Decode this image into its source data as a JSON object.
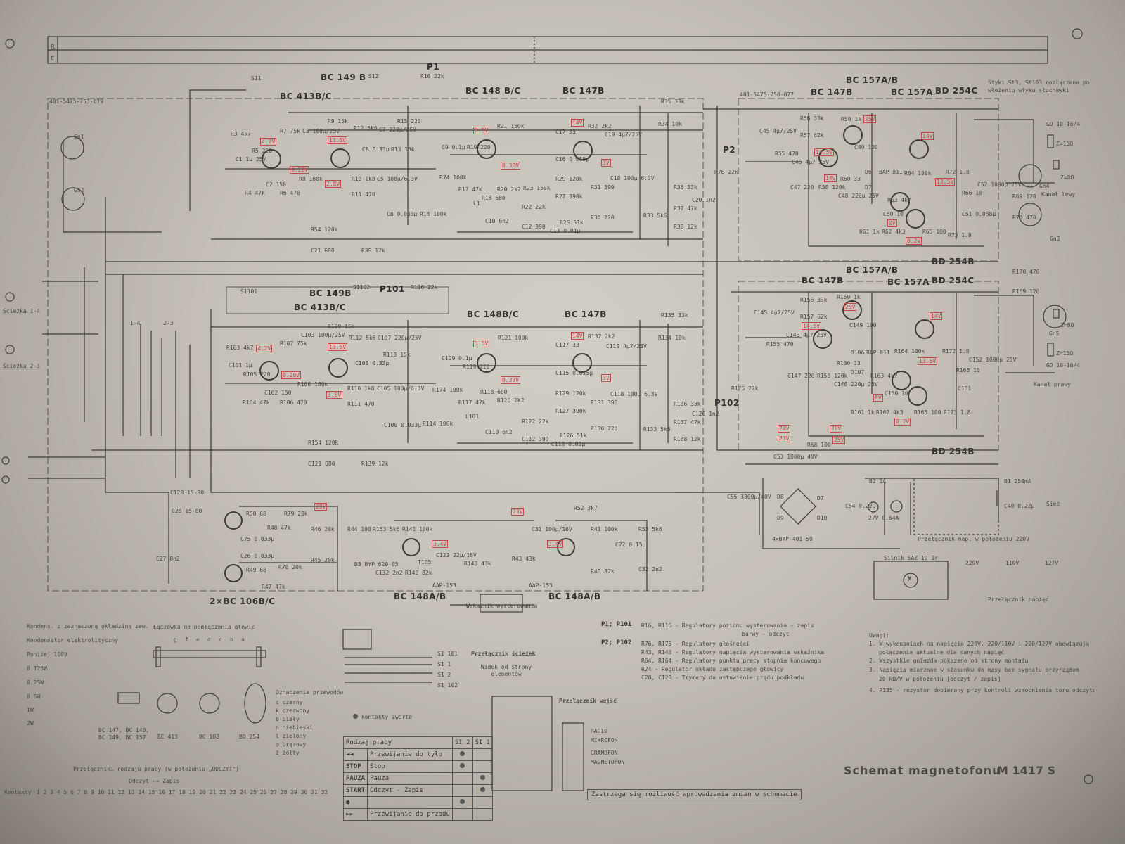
{
  "title": "Schemat magnetofonu",
  "model": "M 1417 S",
  "header_table": {
    "row_r": "R",
    "row_c": "C"
  },
  "left_io": {
    "track_14": "Ścieżka 1-4",
    "track_23": "Ścieżka 2-3",
    "gn1": "Gn1",
    "gn2": "Gn2",
    "sw_14": "1-4",
    "sw_23": "2-3"
  },
  "channel_top": {
    "pcb": "401-5475-253-079",
    "t_bc413": "BC 413B/C",
    "t_bc149": "BC 149 B",
    "t_bc148": "BC 148 B/C",
    "t_bc147": "BC 147B",
    "pot": "P1",
    "pot_r": "R16 22k",
    "sw1": "S11",
    "sw2": "S12",
    "components": [
      "R7 75k",
      "C3 100µ/25V",
      "R9 15k",
      "R12 5k6",
      "C7 220µ/25V",
      "R15 220",
      "R3 4k7",
      "C1 1µ 25V",
      "R5 220",
      "R4 47k",
      "R6 470",
      "C2 150",
      "R8 180k",
      "C6 0.33µ",
      "R13 15k",
      "R10 1k8",
      "R11 470",
      "C5 100µ/6.3V",
      "C8 0.033µ",
      "R14 100k",
      "R74 100k",
      "C9 0.1µ",
      "R17 47k",
      "R21 150k",
      "R19 220",
      "R20 2k2",
      "R18 680",
      "L1",
      "C10 6n2",
      "R23 150k",
      "R22 22k",
      "C12 390",
      "R26 51k",
      "C13 0.01µ",
      "R32 2k2",
      "C17 33",
      "C19 4µ7/25V",
      "R29 120k",
      "C16 0.015µ",
      "R27 390k",
      "R31 390",
      "C18 100µ 6.3V",
      "R30 220",
      "R34 10k",
      "R35 33k",
      "R36 33k",
      "R37 47k",
      "R38 12k",
      "R33 5k6",
      "C20 1n2",
      "R54 120k",
      "C21 680",
      "R39 12k"
    ],
    "volts": [
      "4.2V",
      "13.5V",
      "0.28V",
      "2.8V",
      "3.5V",
      "0.38V",
      "14V",
      "3V"
    ]
  },
  "channel_bottom": {
    "t_bc413": "BC 413B/C",
    "t_bc149": "BC 149B",
    "t_bc148": "BC 148B/C",
    "t_bc147": "BC 147B",
    "pot": "P101",
    "pot_r": "R116 22k",
    "sw1": "S1101",
    "sw2": "S1102",
    "components": [
      "R107 75k",
      "C103 100µ/25V",
      "R109 15k",
      "R112 5k6",
      "C107 220µ/25V",
      "R103 4k7",
      "C101 1µ",
      "R105 220",
      "R104 47k",
      "R106 470",
      "C102 150",
      "R108 180k",
      "C106 0.33µ",
      "R113 15k",
      "R110 1k8",
      "R111 470",
      "C105 100µ/6.3V",
      "C108 0.033µ",
      "R114 100k",
      "R174 100k",
      "C109 0.1µ",
      "R117 47k",
      "R121 100k",
      "R119 220",
      "R120 2k2",
      "R118 680",
      "L101",
      "C110 6n2",
      "R122 22k",
      "C112 390",
      "R126 51k",
      "C113 0.01µ",
      "R132 2k2",
      "C117 33",
      "C119 4µ7/25V",
      "R129 120k",
      "C115 0.015µ",
      "R127 390k",
      "R131 390",
      "C118 100µ 6.3V",
      "R130 220",
      "R134 10k",
      "R135 33k",
      "R136 33k",
      "R137 47k",
      "R138 12k",
      "R133 5k6",
      "C120 1n2",
      "R154 120k",
      "C121 680",
      "R139 12k"
    ],
    "volts": [
      "4.2V",
      "13.5V",
      "0.28V",
      "3.6V",
      "3.5V",
      "0.38V",
      "14V",
      "3V"
    ]
  },
  "amp_top": {
    "pcb": "401-5475-250-077",
    "t_a": "BC 157A/B",
    "t_b": "BC 147B",
    "t_c": "BC 157A",
    "t_d": "BD 254C",
    "t_e": "BD 254B",
    "pot": "P2",
    "pot_r": "R76 22k",
    "components": [
      "R56 33k",
      "R57 62k",
      "C45 4µ7/25V",
      "R55 470",
      "C46 4µ7 25V",
      "C47 220",
      "R58 120k",
      "R60 33",
      "C48 220µ 25V",
      "R59 1k",
      "C49 100",
      "D6",
      "D7",
      "BAP 811",
      "R64 100k",
      "R63 4k7",
      "C50 10",
      "R61 1k",
      "R62 4k3",
      "R65 100",
      "R72 1.8",
      "R73 1.8",
      "R66 10",
      "C51 0.068µ",
      "C52 1000µ 25V",
      "R69 120",
      "R70 470",
      "Gn4",
      "Gn3"
    ],
    "speaker": "GD 10-16/4",
    "imp": "Z=15Ω",
    "imp2": "Z=8Ω",
    "channel": "Kanał lewy",
    "note": "Styki St3, St103 rozłączane po włożeniu wtyku słuchawki",
    "volts": [
      "25V",
      "14V",
      "14.5V",
      "14V",
      "13.5V",
      "0V",
      "0.2V"
    ]
  },
  "amp_bottom": {
    "t_a": "BC 157A/B",
    "t_b": "BC 147B",
    "t_c": "BC 157A",
    "t_d": "BD 254C",
    "t_e": "BD 254B",
    "pot": "P102",
    "pot_r": "R176 22k",
    "components": [
      "R156 33k",
      "R157 62k",
      "C145 4µ7/25V",
      "R155 470",
      "C146 4µ7 25V",
      "C147 220",
      "R158 120k",
      "R160 33",
      "C148 220µ 25V",
      "R159 1k",
      "C149 100",
      "D106",
      "D107",
      "BAP 811",
      "R164 100k",
      "R163 4k7",
      "C150 10",
      "R161 1k",
      "R162 4k3",
      "R165 100",
      "R172 1.8",
      "R173 1.8",
      "R166 10",
      "C151",
      "C152 1000µ 25V",
      "R169 120",
      "R170 470",
      "Gn5"
    ],
    "speaker": "GD 10-16/4",
    "imp": "Z=15Ω",
    "imp2": "Z=8Ω",
    "channel": "Kanał prawy",
    "volts": [
      "25V",
      "14V",
      "14.5V",
      "13.5V",
      "0V",
      "0.2V"
    ]
  },
  "power": {
    "components": [
      "C53 1000µ 40V",
      "R68 100",
      "C55 3300µ/40V",
      "D8",
      "D9",
      "D10",
      "D7",
      "C54 0.22µ",
      "B2 1A",
      "27V 0.64A",
      "B1 250mA",
      "C40 0.22µ"
    ],
    "bridge": "4×BYP-401-50",
    "mains": "Sieć",
    "switch_note": "Przełącznik nap. w położeniu 220V",
    "volts": [
      "24V",
      "23V",
      "28V",
      "25V"
    ]
  },
  "oscillator": {
    "t_osc": "2×BC 106B/C",
    "t_ind1": "BC 148A/B",
    "t_ind2": "BC 148A/B",
    "indicator": "Wskaźnik wysterowania",
    "components": [
      "C28 15-80",
      "C128 15-80",
      "C27 8n2",
      "R50 68",
      "R79 20k",
      "R48 47k",
      "R46 20k",
      "C75 0.033µ",
      "C26 0.033µ",
      "R49 68",
      "R78 20k",
      "R47 47k",
      "R45 20k",
      "R44 100",
      "D3 BYP 620-05",
      "R153 5k6",
      "C132 2n2",
      "R141 100k",
      "R140 82k",
      "T105",
      "C123 22µ/16V",
      "R143 43k",
      "AAP-153",
      "C31 100µ/16V",
      "R52 3k7",
      "R41 100k",
      "R40 82k",
      "R43 43k",
      "C22 0.15µ",
      "R53 5k6",
      "C32 2n2",
      "AAP-153"
    ],
    "volts": [
      "28V",
      "3.4V",
      "23V",
      "3.4V"
    ]
  },
  "motor": {
    "label": "Silnik SAZ-19 1r",
    "m": "M",
    "v220": "220V",
    "v110": "110V",
    "v127": "127V",
    "sel": "Przełącznik napięć"
  },
  "legend": {
    "items": [
      "Kondens. z zaznaczoną okładziną zew.",
      "Kondensator elektrolityczny",
      "Poniżej 100V",
      "0.125W",
      "0.25W",
      "0.5W",
      "1W",
      "2W"
    ],
    "head_conn": "Łączówka do podłączenia głowic",
    "head_pins": [
      "g",
      "f",
      "e",
      "d",
      "c",
      "b",
      "a"
    ],
    "pinouts": [
      "BC 147, BC 148, BC 149, BC 157",
      "BC 413",
      "BC 108",
      "BD 254"
    ],
    "wires_title": "Oznaczenia przewodów",
    "wires": [
      "c  czarny",
      "k  czerwony",
      "b  biały",
      "n  niebieski",
      "l  zielony",
      "o  brązowy",
      "ż  żółty"
    ],
    "mode_sw_title": "Przełączniki rodzaju pracy (w położeniu „ODCZYT\")",
    "direction": "Odczyt ←→ Zapis",
    "contacts_label": "Kontakty",
    "contact_nums": "1 2 3 4 5 6 7 8 9 10 11 12 13 14 15 16 17 18 19 20 21 22 23 24 25 26 27 28 29 30 31 32"
  },
  "switches": {
    "labels": [
      "S1 101",
      "S1 1",
      "S1 2",
      "S1 102"
    ],
    "track_sw_title": "Przełącznik ścieżek",
    "track_sw_sub": "Widok od strony elementów",
    "input_sw_title": "Przełącznik wejść",
    "inputs": [
      "RADIO",
      "MIKROFON",
      "GRAMOFON",
      "MAGNETOFON"
    ],
    "contacts_closed": "kontakty zwarte"
  },
  "mode_table": {
    "headers": [
      "Rodzaj pracy",
      "SI 2",
      "SI 1"
    ],
    "rows": [
      {
        "sym": "◄◄",
        "label": "Przewijanie do tyłu",
        "si2": true,
        "si1": false
      },
      {
        "sym": "STOP",
        "label": "Stop",
        "si2": true,
        "si1": false
      },
      {
        "sym": "PAUZA",
        "label": "Pauza",
        "si2": false,
        "si1": true
      },
      {
        "sym": "START",
        "label": "Odczyt - Zapis",
        "si2": false,
        "si1": true
      },
      {
        "sym": "●",
        "label": "",
        "si2": true,
        "si1": false
      },
      {
        "sym": "►►",
        "label": "Przewijanie do przodu",
        "si2": false,
        "si1": false
      }
    ]
  },
  "regulators": [
    {
      "id": "P1; P101",
      "desc": "R16, R116 - Regulatory poziomu wysterowania - zapis"
    },
    {
      "id": "",
      "desc": "barwy - odczyt"
    },
    {
      "id": "P2; P102",
      "desc": "R76, R176 - Regulatory głośności"
    },
    {
      "id": "",
      "desc": "R43, R143 - Regulatory napięcia wysterowania wskaźnika"
    },
    {
      "id": "",
      "desc": "R64, R164 - Regulatory punktu pracy stopnia końcowego"
    },
    {
      "id": "",
      "desc": "R24 - Regulator układu zastępczego głowicy"
    },
    {
      "id": "",
      "desc": "C28, C128 - Trymery do ustawienia prądu podkładu"
    }
  ],
  "notes": {
    "title": "Uwagi:",
    "items": [
      "1. W wykonaniach na napięcia 220V, 220/110V i 220/127V obowiązują",
      "połączenia aktualne dla danych napięć",
      "2. Wszystkie gniazda pokazane od strony montażu",
      "3. Napięcia mierzone w stosunku do masy bez sygnału przyrządem",
      "20 kΩ/V w położeniu [odczyt / zapis]",
      "4. R135 - rezystor dobierany przy kontroli wzmocnienia toru odczytu"
    ]
  },
  "disclaimer": "Zastrzega się możliwość wprowadzania zmian w schemacie"
}
